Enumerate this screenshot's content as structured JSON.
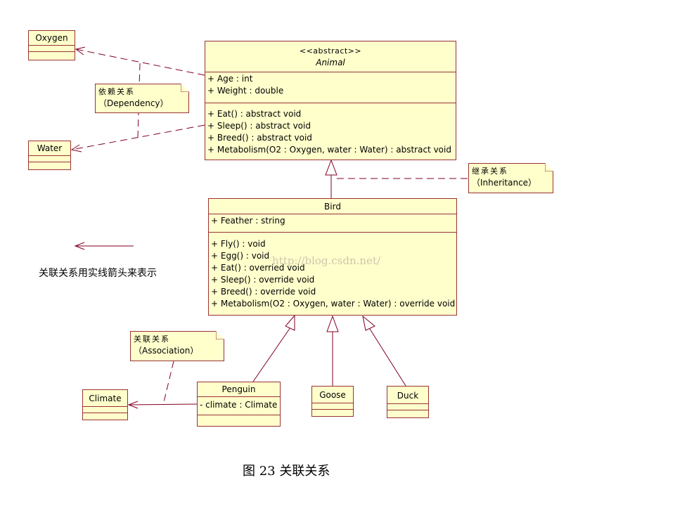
{
  "classes": {
    "oxygen": {
      "name": "Oxygen"
    },
    "water": {
      "name": "Water"
    },
    "animal": {
      "stereotype": "<<abstract>>",
      "name": "Animal",
      "attributes": [
        "+ Age : int",
        "+ Weight : double"
      ],
      "operations": [
        "+ Eat() : abstract void",
        "+ Sleep() : abstract void",
        "+ Breed() : abstract void",
        "+ Metabolism(O2 : Oxygen, water : Water) : abstract void"
      ]
    },
    "bird": {
      "name": "Bird",
      "attributes": [
        "+ Feather : string"
      ],
      "operations": [
        "+ Fly() : void",
        "+ Egg() : void",
        "+ Eat() : overried void",
        "+ Sleep() : override void",
        "+ Breed() : override void",
        "+ Metabolism(O2 : Oxygen, water : Water) : override void"
      ]
    },
    "penguin": {
      "name": "Penguin",
      "attributes": [
        "- climate : Climate"
      ]
    },
    "goose": {
      "name": "Goose"
    },
    "duck": {
      "name": "Duck"
    },
    "climate": {
      "name": "Climate"
    }
  },
  "notes": {
    "dependency": {
      "cn": "依赖关系",
      "en": "（Dependency）"
    },
    "inheritance": {
      "cn": "继承关系",
      "en": "（Inheritance）"
    },
    "association": {
      "cn": "关联关系",
      "en": "（Association）"
    }
  },
  "legend": {
    "text": "关联关系用实线箭头来表示"
  },
  "caption": "图 23  关联关系",
  "watermark": "http://blog.csdn.net/",
  "colors": {
    "box_fill": "#ffffcc",
    "box_border": "#993333",
    "line": "#800020"
  }
}
